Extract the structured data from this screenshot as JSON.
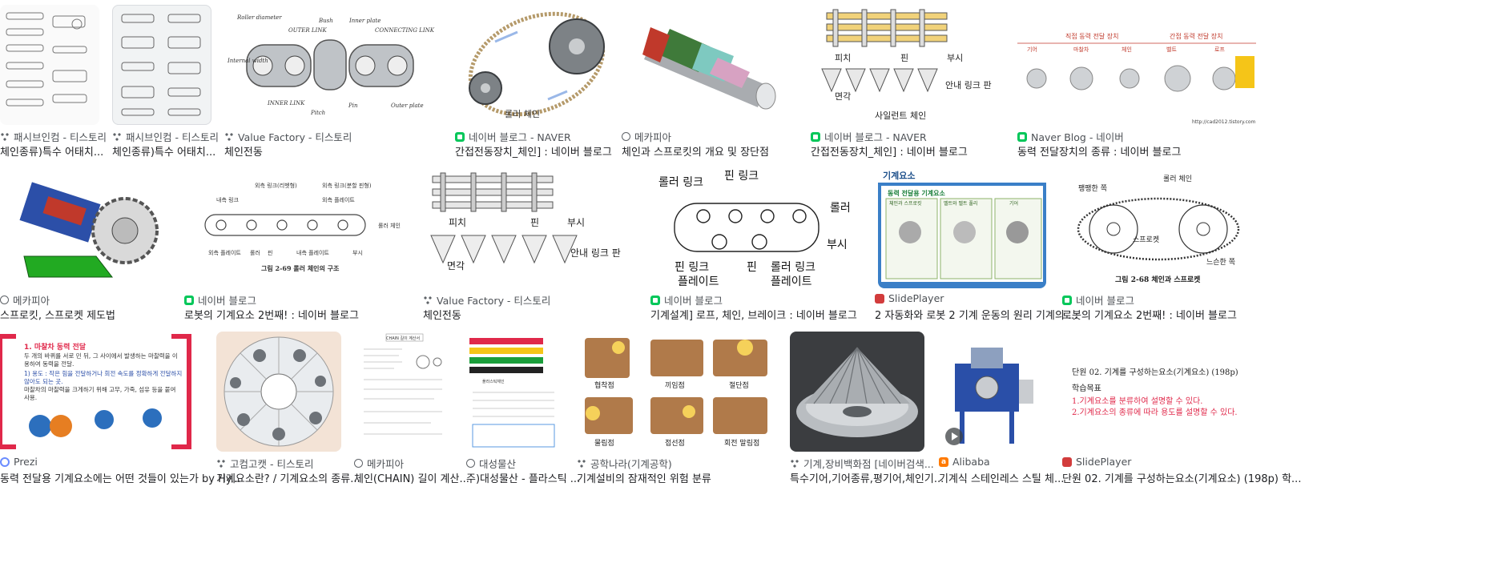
{
  "results": [
    {
      "source": "패시브인컴 - 티스토리",
      "title": "체인종류)특수 어태치...",
      "favicon": "tistory-icon"
    },
    {
      "source": "패시브인컴 - 티스토리",
      "title": "체인종류)특수 어태치...",
      "favicon": "tistory-icon"
    },
    {
      "source": "Value Factory - 티스토리",
      "title": "체인전동",
      "favicon": "tistory-icon",
      "labels": [
        "Roller diameter",
        "Bush",
        "Inner plate",
        "OUTER LINK",
        "CONNECTING LINK",
        "Internal width",
        "INNER LINK",
        "Pitch",
        "Pin",
        "Outer plate"
      ]
    },
    {
      "source": "네이버 블로그 - NAVER",
      "title": "간접전동장치_체인] : 네이버 블로그",
      "favicon": "naver-icon",
      "labels": [
        "롤러 체인"
      ]
    },
    {
      "source": "메카피아",
      "title": "체인과 스프로킷의 개요 및 장단점",
      "favicon": "globe-icon"
    },
    {
      "source": "네이버 블로그 - NAVER",
      "title": "간접전동장치_체인] : 네이버 블로그",
      "favicon": "naver-icon",
      "labels": [
        "피치",
        "핀",
        "부시",
        "안내 링크 판",
        "면각",
        "사일런트 체인"
      ]
    },
    {
      "source": "Naver Blog - 네이버",
      "title": "동력 전달장치의 종류 : 네이버 블로그",
      "favicon": "naver-icon",
      "labels": [
        "직접 동력 전달 장치",
        "간접 동력 전달 장치",
        "기어",
        "마찰차",
        "체인",
        "벨트",
        "로프"
      ]
    },
    {
      "source": "메카피아",
      "title": "스프로킷, 스프로켓 제도법",
      "favicon": "globe-icon"
    },
    {
      "source": "네이버 블로그",
      "title": "로봇의 기계요소 2번째! : 네이버 블로그",
      "favicon": "naver-icon",
      "labels": [
        "외측 링크(리벳형)",
        "외측 링크(분할 핀형)",
        "내측 링크",
        "외측 플레이트",
        "롤러 체인",
        "외측 플레이트",
        "롤러",
        "핀",
        "내측 플레이트",
        "부시",
        "그림 2-69 롤러 체인의 구조"
      ]
    },
    {
      "source": "Value Factory - 티스토리",
      "title": "체인전동",
      "favicon": "tistory-icon",
      "labels": [
        "피치",
        "핀",
        "부시",
        "안내 링크 판",
        "면각"
      ]
    },
    {
      "source": "네이버 블로그",
      "title": "기계설계] 로프, 체인, 브레이크 : 네이버 블로그",
      "favicon": "naver-icon",
      "labels": [
        "롤러 링크",
        "핀 링크",
        "롤러",
        "부시",
        "핀 링크",
        "핀",
        "롤러 링크",
        "플레이트",
        "플레이트"
      ]
    },
    {
      "source": "SlidePlayer",
      "title": "2 자동화와 로봇 2 기계 운동의 원리 기계의 ...",
      "favicon": "slideplayer-icon",
      "labels": [
        "기계요소",
        "동력 전달용 기계요소",
        "체인과 스프로킷",
        "벨트와 벨트 풀리",
        "기어"
      ]
    },
    {
      "source": "네이버 블로그",
      "title": "로봇의 기계요소 2번째! : 네이버 블로그",
      "favicon": "naver-icon",
      "labels": [
        "롤러 체인",
        "팽팽한 쪽",
        "스프로켓",
        "느슨한 쪽",
        "그림 2-68 체인과 스프로켓"
      ]
    },
    {
      "source": "Prezi",
      "title": "동력 전달용 기계요소에는 어떤 것들이 있는가 by Hy...",
      "favicon": "prezi-icon",
      "labels": [
        "1. 마찰차 동력 전달",
        "두 개의 바퀴를 서로 민 뒤, 그 사이에서 발생하는 마찰력을 이용하여 동력을 전달.",
        "1) 용도 : 작은 힘을 전달하거나 회전 속도를 정확하게 전달하지 않아도 되는 곳.",
        "마찰차의 마찰력을 크게하기 위해 고무, 가죽, 섬유 등을 붙여 사용."
      ]
    },
    {
      "source": "고컴고캣 - 티스토리",
      "title": "기계요소란? / 기계요소의 종류...",
      "favicon": "tistory-icon"
    },
    {
      "source": "메카피아",
      "title": "체인(CHAIN) 길이 계산...",
      "favicon": "globe-icon",
      "labels": [
        "CHAIN 길이 계산서"
      ]
    },
    {
      "source": "대성물산",
      "title": "주)대성물산 - 플라스틱 ...",
      "favicon": "globe-icon",
      "labels": [
        "플라스틱체인"
      ]
    },
    {
      "source": "공학나라(기계공학)",
      "title": "기계설비의 잠재적인 위험 분류",
      "favicon": "tistory-icon",
      "labels": [
        "협착점",
        "끼임점",
        "절단점",
        "물림점",
        "접선점",
        "회전 말림점"
      ]
    },
    {
      "source": "기계,장비백화점 [네이버검색...",
      "title": "특수기어,기어종류,평기어,체인기...",
      "favicon": "tistory-icon"
    },
    {
      "source": "Alibaba",
      "title": "기계식 스테인레스 스틸 체...",
      "favicon": "alibaba-icon"
    },
    {
      "source": "SlidePlayer",
      "title": "단원 02. 기계를 구성하는요소(기계요소) (198p) 학...",
      "favicon": "slideplayer-icon",
      "labels": [
        "단원 02. 기계를 구성하는요소(기계요소) (198p)",
        "학습목표",
        "1.기계요소를 분류하여 설명할 수 있다.",
        "2.기계요소의 종류에 따라 용도를 설명할 수 있다."
      ]
    }
  ],
  "image_url_watermark": "http://cad2012.tistory.com",
  "colors": {
    "accent_red": "#e0284a",
    "naver_green": "#03c75a",
    "slide_blue": "#2a6fbd"
  }
}
